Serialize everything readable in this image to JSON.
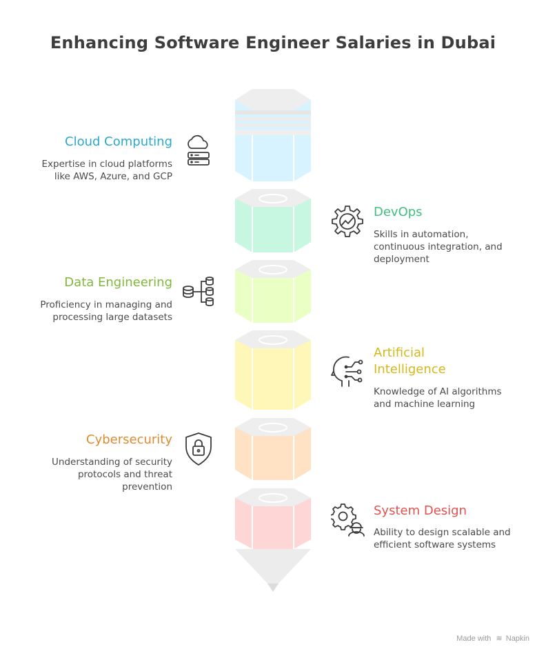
{
  "title": "Enhancing Software Engineer Salaries in Dubai",
  "items": [
    {
      "title": "Cloud Computing",
      "desc": "Expertise in cloud platforms like AWS, Azure, and GCP",
      "color": "#2aa9c9",
      "fill": "#d6f3ff",
      "icon": "cloud-server-icon"
    },
    {
      "title": "DevOps",
      "desc": "Skills in automation, continuous integration, and deployment",
      "color": "#3fbf7f",
      "fill": "#c8f7e1",
      "icon": "gear-chart-icon"
    },
    {
      "title": "Data Engineering",
      "desc": "Proficiency in managing and processing large datasets",
      "color": "#7fb83a",
      "fill": "#eaffc4",
      "icon": "database-network-icon"
    },
    {
      "title": "Artificial Intelligence",
      "desc": "Knowledge of AI algorithms and machine learning",
      "color": "#d4b81a",
      "fill": "#fff7b8",
      "icon": "ai-head-icon"
    },
    {
      "title": "Cybersecurity",
      "desc": "Understanding of security protocols and threat prevention",
      "color": "#e08a30",
      "fill": "#ffe1c4",
      "icon": "shield-lock-icon"
    },
    {
      "title": "System Design",
      "desc": "Ability to design scalable and efficient software systems",
      "color": "#e0524e",
      "fill": "#ffd6d6",
      "icon": "gear-engineer-icon"
    }
  ],
  "footer": {
    "made_with": "Made with",
    "brand": "Napkin"
  }
}
